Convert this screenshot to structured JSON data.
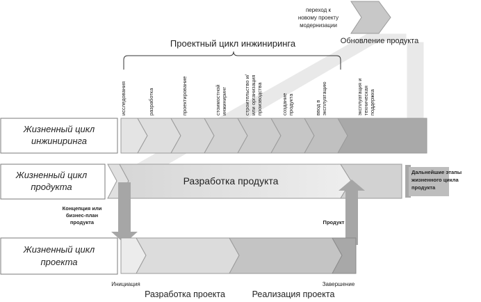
{
  "header": {
    "engineering_cycle_title": "Проектный цикл инжиниринга",
    "transition_note": [
      "переход к",
      "новому проекту",
      "модернизации"
    ],
    "product_update": "Обновление продукта"
  },
  "rows": {
    "engineering": [
      "Жизненный цикл",
      "инжиниринга"
    ],
    "product": [
      "Жизненный цикл",
      "продукта"
    ],
    "project": [
      "Жизненный цикл",
      "проекта"
    ]
  },
  "stages": [
    [
      "исследования"
    ],
    [
      "разработка"
    ],
    [
      "проектирование"
    ],
    [
      "стоимостной",
      "инжиниринг"
    ],
    [
      "строительство и/",
      "или организация",
      "производства"
    ],
    [
      "создание",
      "продукта"
    ],
    [
      "ввод в",
      "эксплуатацию"
    ],
    [
      "эксплуатация и",
      "техническая",
      "поддержка"
    ]
  ],
  "product_band": {
    "label": "Разработка продукта"
  },
  "further_stages": [
    "Дальнейшие этапы",
    "жизненного цикла",
    "продукта"
  ],
  "arrows": {
    "concept": [
      "Концепция или",
      "бизнес-план",
      "продукта"
    ],
    "product": "Продукт"
  },
  "project_markers": {
    "initiation": "Инициация",
    "completion": "Завершение"
  },
  "project_phases": {
    "development": "Разработка проекта",
    "implementation": "Реализация проекта"
  },
  "colors": {
    "light": "#e4e4e4",
    "mid": "#cfcfcf",
    "dark": "#a9a9a9",
    "darker": "#8f8f8f"
  }
}
